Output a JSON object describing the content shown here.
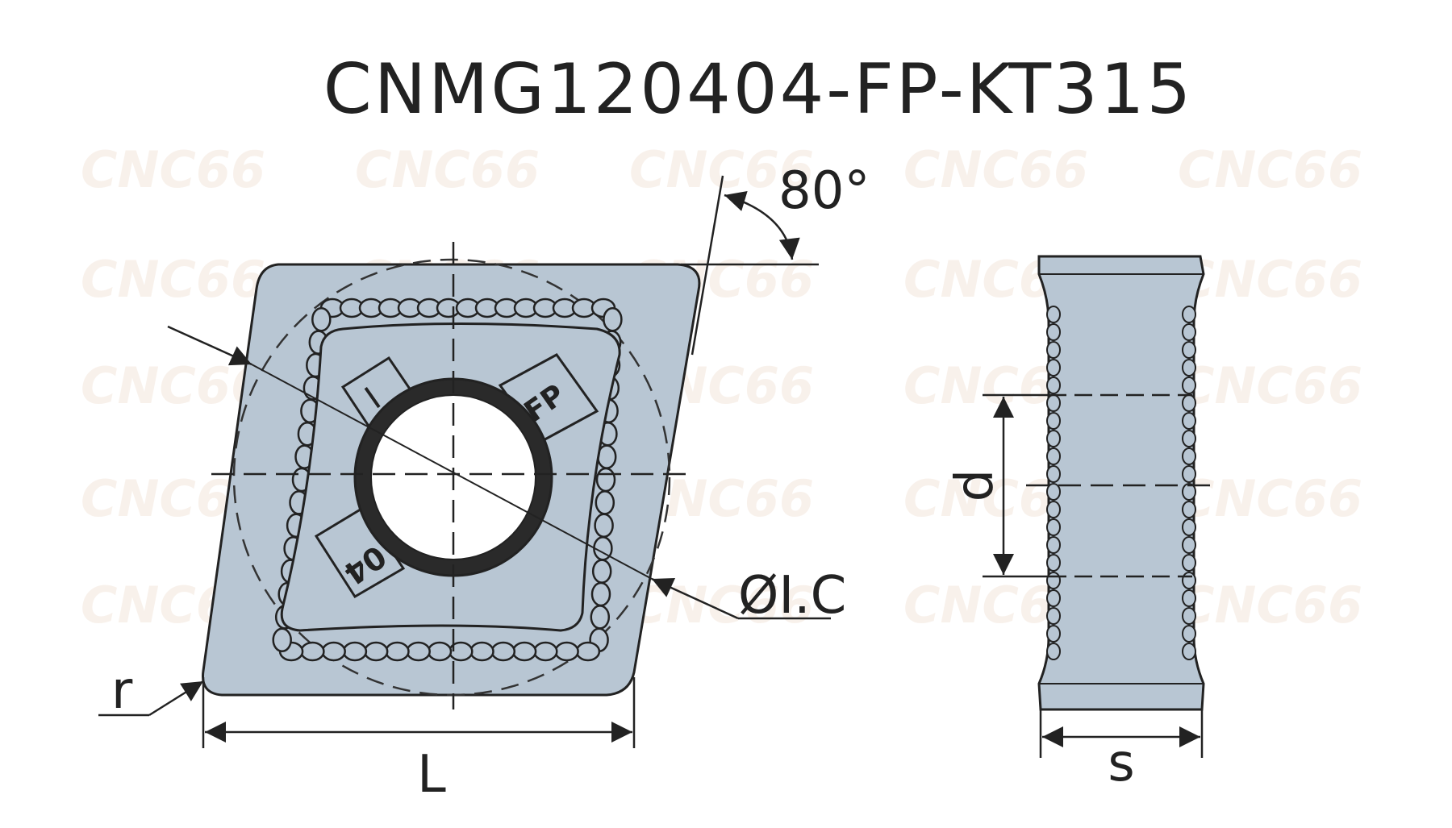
{
  "title": "CNMG120404-FP-KT315",
  "watermark": "CNC66",
  "labels": {
    "angle": "80°",
    "inscribed_circle": "ØI.C",
    "radius": "r",
    "length": "L",
    "hole_diameter": "d",
    "thickness": "s"
  },
  "insert_marks": {
    "chipbreaker": "FP",
    "radius_code": "04",
    "edge_mark": "I"
  },
  "colors": {
    "insert_fill": "#b8c6d3",
    "outline": "#222222",
    "background": "#ffffff"
  }
}
